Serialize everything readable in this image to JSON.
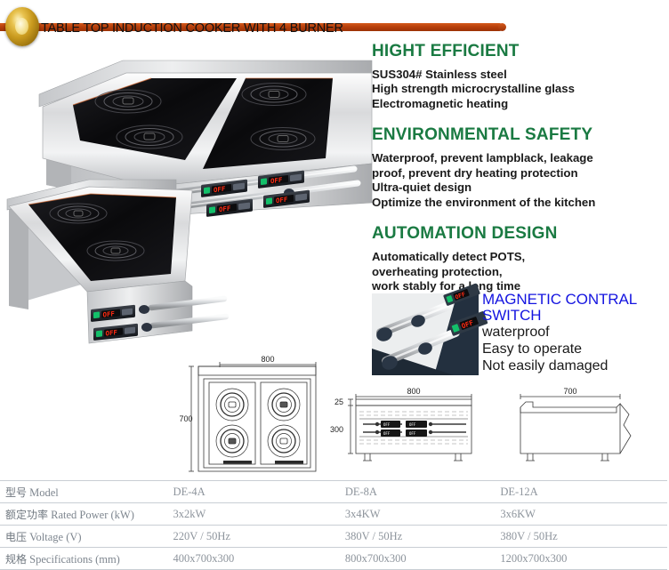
{
  "header": {
    "title": "TABLE TOP INDUCTION COOKER WITH 4 BURNER",
    "medallion_icon": "gold-medallion-icon",
    "bar_color": "#b8400c"
  },
  "features": {
    "accent_green": "#1a7a42",
    "accent_blue": "#1414e0",
    "sections": [
      {
        "heading": "HIGHT EFFICIENT",
        "lines": [
          "SUS304# Stainless steel",
          "High strength microcrystalline glass",
          "Electromagnetic heating"
        ]
      },
      {
        "heading": "ENVIRONMENTAL SAFETY",
        "lines": [
          "Waterproof, prevent lampblack, leakage",
          "proof, prevent dry heating protection",
          "Ultra-quiet design",
          "Optimize the environment of the kitchen"
        ]
      },
      {
        "heading": "AUTOMATION DESIGN",
        "lines": [
          "Automatically detect POTS,",
          "overheating protection,",
          "work stably for a long time"
        ]
      }
    ],
    "magnetic": {
      "heading_line1": "MAGNETIC CONTRAL",
      "heading_line2": "SWITCH",
      "lines": [
        "waterproof",
        "Easy to operate",
        "Not easily damaged"
      ]
    }
  },
  "photos": {
    "main_alt": "four-burner-induction-cooker-photo",
    "second_alt": "two-burner-induction-cooker-photo",
    "magnetic_alt": "magnetic-control-switch-closeup-photo",
    "display_text": "OFF"
  },
  "drawings": {
    "top_view": {
      "name": "top-view-drawing",
      "width_label": "800",
      "depth_label": "700"
    },
    "front_view": {
      "name": "front-view-drawing",
      "width_label": "800",
      "top_label": "25",
      "height_label": "300"
    },
    "side_view": {
      "name": "side-view-drawing",
      "depth_label": "700"
    }
  },
  "spec_table": {
    "rows": [
      {
        "label_cn": "型号",
        "label_en": "Model",
        "values": [
          "DE-4A",
          "DE-8A",
          "DE-12A"
        ]
      },
      {
        "label_cn": "额定功率",
        "label_en": "Rated Power (kW)",
        "values": [
          "3x2kW",
          "3x4KW",
          "3x6KW"
        ]
      },
      {
        "label_cn": "电压",
        "label_en": "Voltage (V)",
        "values": [
          "220V / 50Hz",
          "380V / 50Hz",
          "380V / 50Hz"
        ]
      },
      {
        "label_cn": "规格",
        "label_en": "Specifications (mm)",
        "values": [
          "400x700x300",
          "800x700x300",
          "1200x700x300"
        ]
      }
    ]
  }
}
